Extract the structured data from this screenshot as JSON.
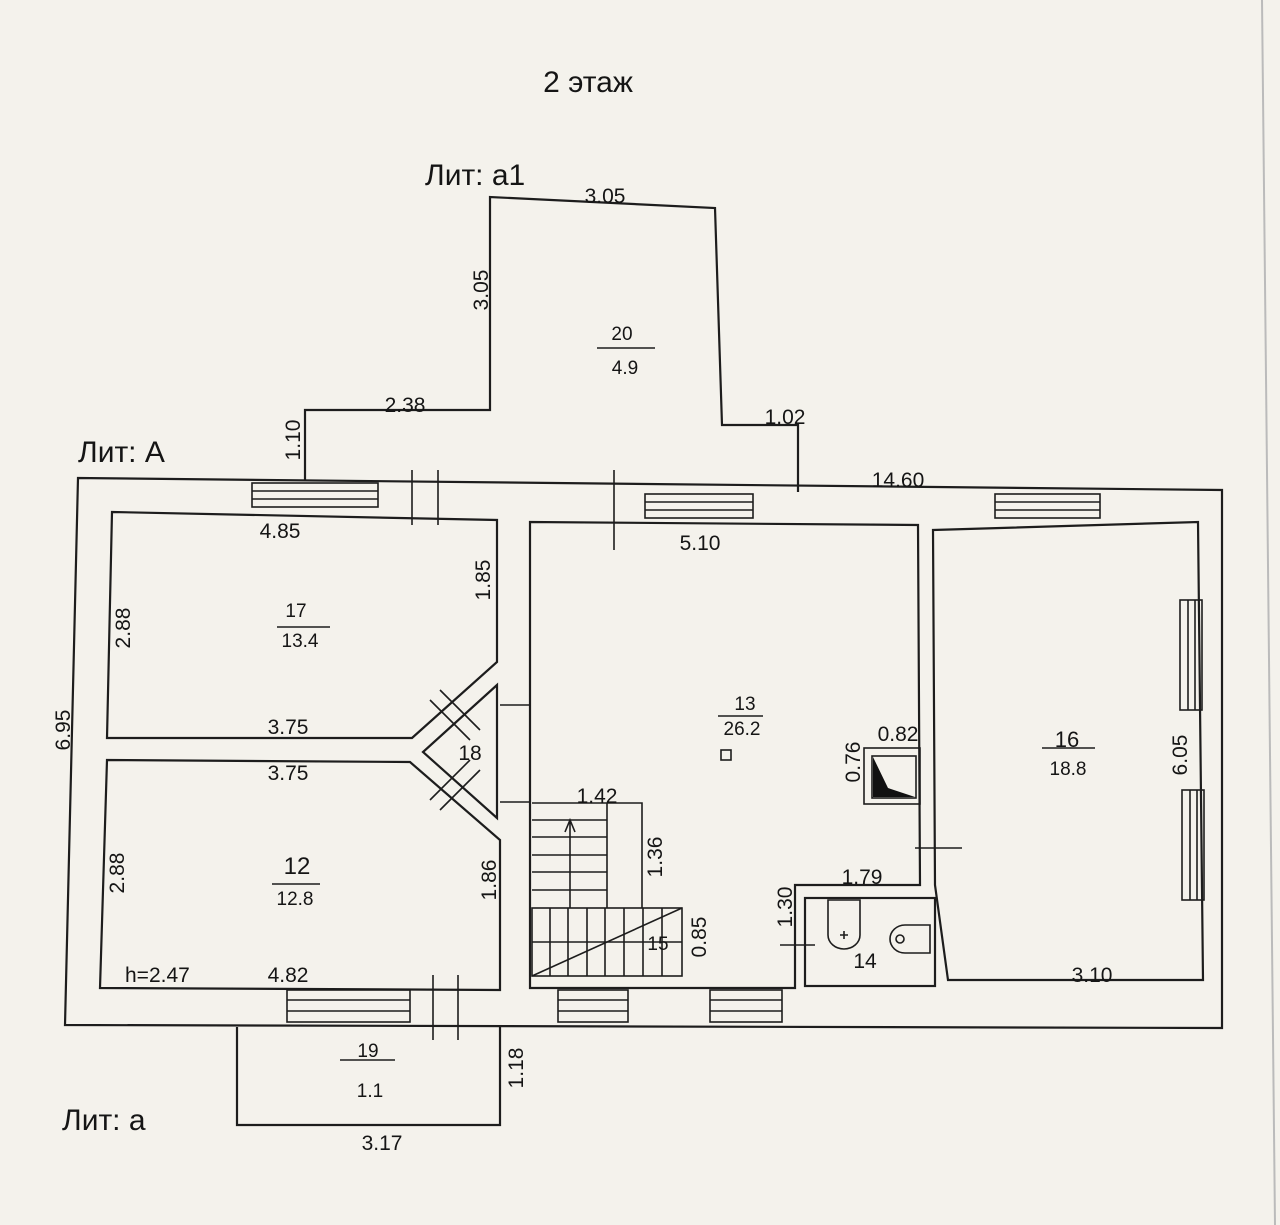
{
  "title": "2 этаж",
  "labels": {
    "lit_a1": "Лит: а1",
    "lit_A": "Лит: А",
    "lit_a": "Лит: а",
    "height": "h=2.47"
  },
  "rooms": [
    {
      "number": "20",
      "area": "4.9"
    },
    {
      "number": "17",
      "area": "13.4"
    },
    {
      "number": "12",
      "area": "12.8"
    },
    {
      "number": "13",
      "area": "26.2"
    },
    {
      "number": "16",
      "area": "18.8"
    },
    {
      "number": "19",
      "area": "1.1"
    },
    {
      "number": "18"
    },
    {
      "number": "15"
    },
    {
      "number": "14"
    }
  ],
  "dimensions": {
    "a1_top": "3.05",
    "a1_left": "3.05",
    "a1_step": "2.38",
    "a1_right": "1.02",
    "a1_h": "1.10",
    "overall_width": "14.60",
    "overall_height": "6.95",
    "r17_top": "4.85",
    "r17_left": "2.88",
    "r17_right": "1.85",
    "r17_bottom": "3.75",
    "r12_top": "3.75",
    "r12_left": "2.88",
    "r12_right": "1.86",
    "r12_bottom": "4.82",
    "r13_top": "5.10",
    "stair_w": "1.42",
    "stair_h": "1.36",
    "stair_lower": "0.85",
    "flue_w": "0.82",
    "flue_h": "0.76",
    "wc_w": "1.79",
    "wc_h": "1.30",
    "r16_h": "6.05",
    "r16_bottom": "3.10",
    "a_w": "3.17",
    "a_h": "1.18"
  }
}
